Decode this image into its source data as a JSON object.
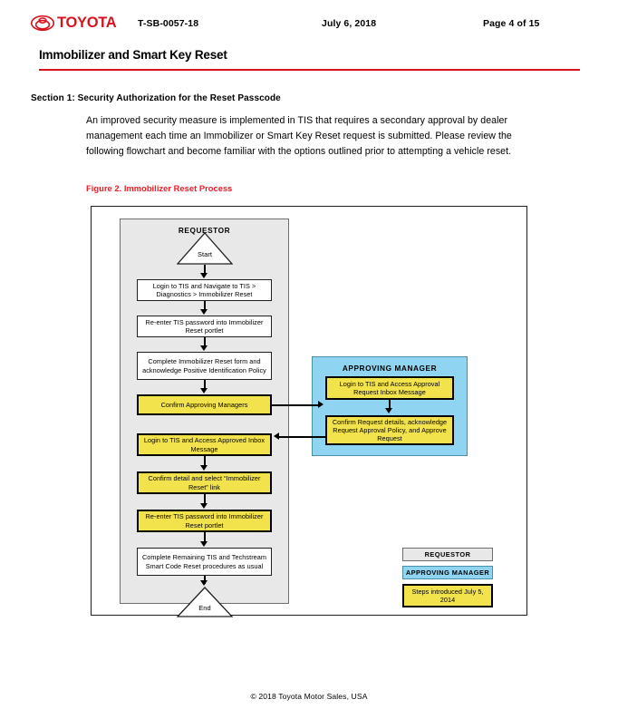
{
  "header": {
    "logo_alt": "Toyota",
    "logo_word": "TOYOTA",
    "bulletin_number": "T-SB-0057-18",
    "date": "July 6, 2018",
    "page_label": "Page 4 of 15",
    "document_title": "Immobilizer and Smart Key Reset",
    "rule_color": "#D8121C"
  },
  "body": {
    "section_heading": "Section 1: Security Authorization for the Reset Passcode",
    "paragraph": "An improved security measure is implemented in TIS that requires a secondary approval by dealer management each time an Immobilizer or Smart Key Reset request is submitted. Please review the following flowchart and become familiar with the options outlined prior to attempting a vehicle reset.",
    "figure_caption": "Figure 2. Immobilizer Reset Process",
    "figure_caption_color": "#ED1C24"
  },
  "figure": {
    "lanes": [
      {
        "id": "requestor",
        "title": "REQUESTOR",
        "color": "#e8e8e8"
      },
      {
        "id": "approving_manager",
        "title": "APPROVING MANAGER",
        "color": "#8FD4F0"
      }
    ],
    "requestor_nodes": [
      {
        "id": "start",
        "type": "terminator",
        "label": "Start"
      },
      {
        "id": "login_nav",
        "type": "process",
        "label": "Login to TIS and Navigate to TIS > Diagnostics > Immobilizer Reset"
      },
      {
        "id": "reenter_pw_1",
        "type": "process",
        "label": "Re-enter TIS password into Immobilizer Reset portlet"
      },
      {
        "id": "complete_form",
        "type": "process",
        "label": "Complete Immobilizer Reset form and acknowledge Positive Identification Policy"
      },
      {
        "id": "confirm_managers",
        "type": "highlight",
        "label": "Confirm Approving Managers"
      },
      {
        "id": "access_inbox",
        "type": "highlight",
        "label": "Login to TIS and Access Approved Inbox Message"
      },
      {
        "id": "confirm_detail",
        "type": "highlight",
        "label": "Confirm detail and select “Immobilizer Reset” link"
      },
      {
        "id": "reenter_pw_2",
        "type": "highlight",
        "label": "Re-enter TIS password into Immobilizer Reset portlet"
      },
      {
        "id": "complete_remaining",
        "type": "process",
        "label": "Complete Remaining TIS and Techstream Smart Code Reset procedures as usual"
      },
      {
        "id": "end",
        "type": "terminator",
        "label": "End"
      }
    ],
    "manager_nodes": [
      {
        "id": "mgr_login_inbox",
        "type": "highlight",
        "label": "Login to TIS and Access Approval Request Inbox Message"
      },
      {
        "id": "mgr_approve",
        "type": "highlight",
        "label": "Confirm Request details, acknowledge Request Approval Policy, and Approve Request"
      }
    ],
    "legend": [
      {
        "id": "legend_requestor",
        "label": "REQUESTOR",
        "color": "#e8e8e8"
      },
      {
        "id": "legend_manager",
        "label": "APPROVING MANAGER",
        "color": "#8FD4F0"
      },
      {
        "id": "legend_steps",
        "label": "Steps introduced July 5, 2014",
        "color": "#F2E34C"
      }
    ]
  },
  "footer": {
    "copyright": "© 2018 Toyota Motor Sales, USA"
  }
}
